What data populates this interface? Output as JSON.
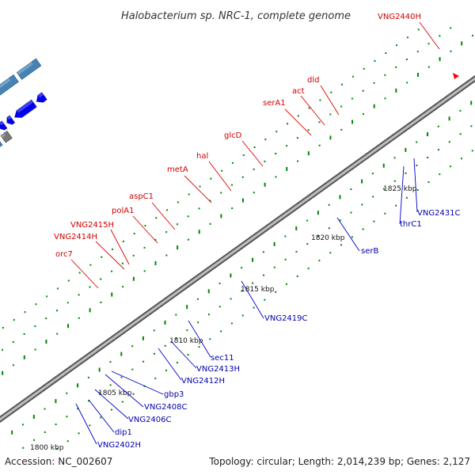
{
  "title": "Halobacterium sp. NRC-1, complete genome",
  "footer": {
    "accession": "Accession: NC_002607",
    "summary": "Topology: circular; Length: 2,014,239 bp; Genes: 2,127"
  },
  "colors": {
    "backbone": "#888888",
    "forward_red": "#ff0000",
    "reverse_blue": "#0000ee",
    "steel_blue": "#4682b4",
    "cyan": "#00ffff",
    "magenta": "#ff1aa3",
    "lime": "#aaff33",
    "teal_green": "#33ffaa",
    "gray": "#777777",
    "light_gray": "#bbbbbb",
    "khaki": "#b9ad66",
    "purple": "#8866cc",
    "tick_green": "#008800",
    "label_red": "#d00000",
    "label_blue": "#0000aa"
  },
  "scale_labels": [
    "1800 kbp",
    "1805 kbp",
    "1810 kbp",
    "1815 kbp",
    "1820 kbp",
    "1825 kbp"
  ],
  "red_labels": [
    "VNG2440H",
    "dld",
    "act",
    "serA1",
    "glcD",
    "hal",
    "metA",
    "aspC1",
    "polA1",
    "VNG2415H",
    "VNG2414H",
    "orc7"
  ],
  "blue_labels": [
    "VNG2431C",
    "thrC1",
    "serB",
    "VNG2419C",
    "sec11",
    "VNG2413H",
    "VNG2412H",
    "gbp3",
    "VNG2408C",
    "VNG2406C",
    "dip1",
    "VNG2402H"
  ]
}
